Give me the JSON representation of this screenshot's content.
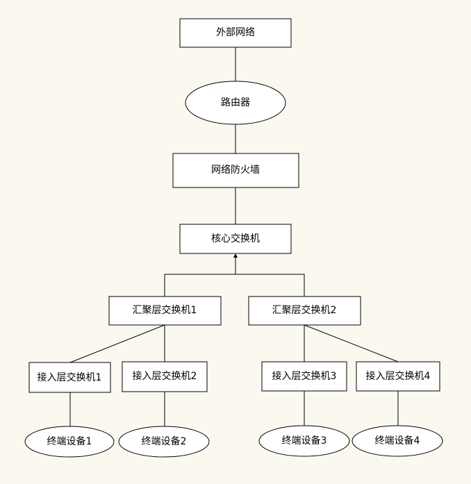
{
  "nodes": {
    "external_network": "外部网络",
    "router": "路由器",
    "firewall": "网络防火墙",
    "core_switch": "核心交换机",
    "agg_switch_1": "汇聚层交换机1",
    "agg_switch_2": "汇聚层交换机2",
    "access_switch_1": "接入层交换机1",
    "access_switch_2": "接入层交换机2",
    "access_switch_3": "接入层交换机3",
    "access_switch_4": "接入层交换机4",
    "terminal_1": "终端设备1",
    "terminal_2": "终端设备2",
    "terminal_3": "终端设备3",
    "terminal_4": "终端设备4"
  },
  "colors": {
    "background": "#fbf8f0",
    "node_fill": "#ffffff",
    "stroke": "#000000"
  }
}
